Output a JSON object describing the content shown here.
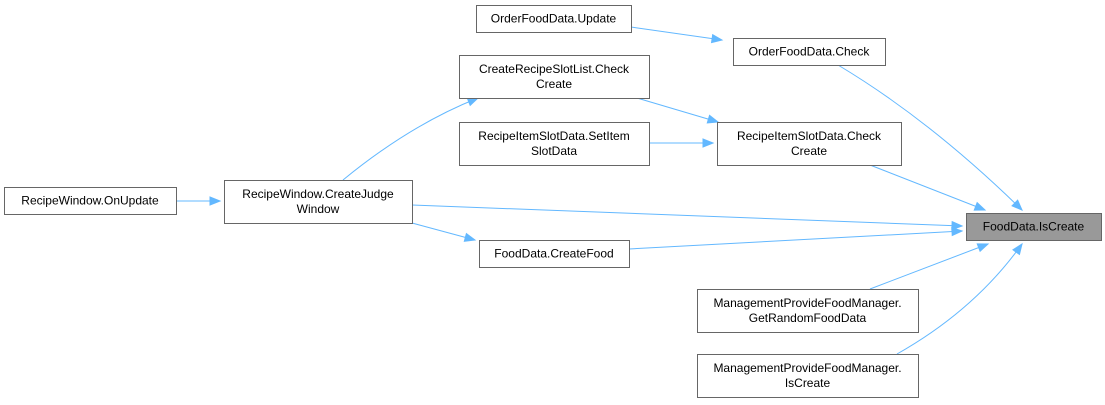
{
  "nodes": [
    {
      "id": "foodIsCreate",
      "lines": [
        "FoodData.IsCreate"
      ],
      "highlight": true
    },
    {
      "id": "orderUpdate",
      "lines": [
        "OrderFoodData.Update"
      ]
    },
    {
      "id": "orderCheck",
      "lines": [
        "OrderFoodData.Check"
      ]
    },
    {
      "id": "slotListCheck",
      "lines": [
        "CreateRecipeSlotList.Check",
        "Create"
      ]
    },
    {
      "id": "itemSlotSet",
      "lines": [
        "RecipeItemSlotData.SetItem",
        "SlotData"
      ]
    },
    {
      "id": "itemSlotCheck",
      "lines": [
        "RecipeItemSlotData.Check",
        "Create"
      ]
    },
    {
      "id": "onUpdate",
      "lines": [
        "RecipeWindow.OnUpdate"
      ]
    },
    {
      "id": "createJudge",
      "lines": [
        "RecipeWindow.CreateJudge",
        "Window"
      ]
    },
    {
      "id": "createFood",
      "lines": [
        "FoodData.CreateFood"
      ]
    },
    {
      "id": "mgrRandom",
      "lines": [
        "ManagementProvideFoodManager.",
        "GetRandomFoodData"
      ]
    },
    {
      "id": "mgrIsCreate",
      "lines": [
        "ManagementProvideFoodManager.",
        "IsCreate"
      ]
    }
  ],
  "edges": [
    {
      "from": "orderUpdate",
      "to": "orderCheck"
    },
    {
      "from": "orderCheck",
      "to": "foodIsCreate"
    },
    {
      "from": "slotListCheck",
      "to": "itemSlotCheck"
    },
    {
      "from": "itemSlotSet",
      "to": "itemSlotCheck"
    },
    {
      "from": "itemSlotCheck",
      "to": "foodIsCreate"
    },
    {
      "from": "onUpdate",
      "to": "createJudge"
    },
    {
      "from": "createJudge",
      "to": "slotListCheck"
    },
    {
      "from": "createJudge",
      "to": "foodIsCreate"
    },
    {
      "from": "createJudge",
      "to": "createFood"
    },
    {
      "from": "createFood",
      "to": "foodIsCreate"
    },
    {
      "from": "mgrRandom",
      "to": "foodIsCreate"
    },
    {
      "from": "mgrIsCreate",
      "to": "foodIsCreate"
    }
  ],
  "colors": {
    "edge": "#63b8ff",
    "highlight_fill": "#999999",
    "border": "#666666"
  }
}
